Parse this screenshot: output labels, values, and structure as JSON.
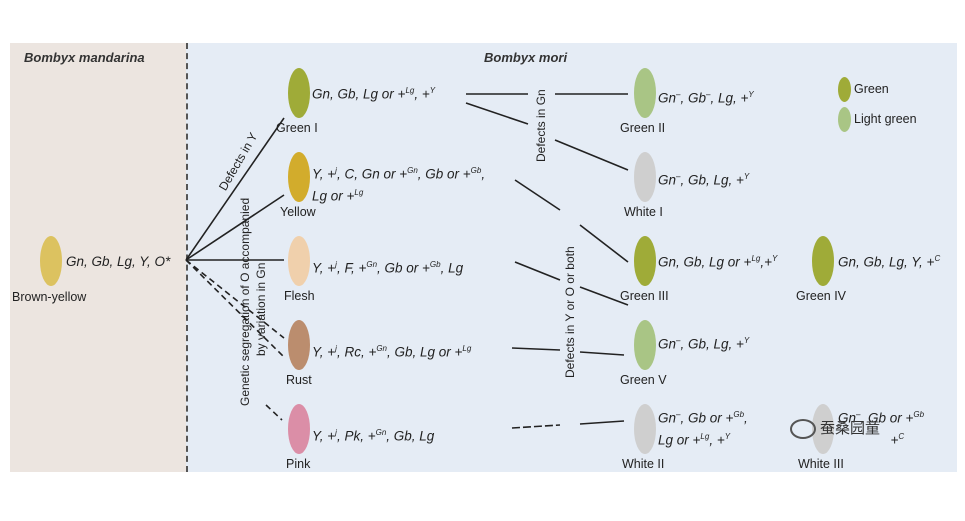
{
  "headers": {
    "left": "Bombyx mandarina",
    "right": "Bombyx mori"
  },
  "colors": {
    "left_bg": "#ece5e0",
    "right_bg": "#e5ecf5",
    "brown_yellow": "#dcc260",
    "green": "#9fab38",
    "light_green": "#a9c585",
    "yellow": "#d2ac2c",
    "flesh": "#f0d0ac",
    "rust": "#bb8d6e",
    "pink": "#db8ea7",
    "white": "#cfcfcf"
  },
  "nodes": {
    "brown_yellow": {
      "label": "Brown-yellow",
      "genotype": "Gn, Gb, Lg, Y, O*"
    },
    "green1": {
      "label": "Green I"
    },
    "yellow": {
      "label": "Yellow"
    },
    "flesh": {
      "label": "Flesh",
      "genotype": "Y, +ʲ, F, +ᴳⁿ, Gb or +ᴳᵇ, Lg"
    },
    "rust": {
      "label": "Rust",
      "genotype": "Y, +ʲ, Rc, +ᴳⁿ, Gb, Lg or +ᴸᵍ"
    },
    "pink": {
      "label": "Pink",
      "genotype": "Y, +ʲ, Pk, +ᴳⁿ, Gb, Lg"
    },
    "green2": {
      "label": "Green II"
    },
    "white1": {
      "label": "White I"
    },
    "green3": {
      "label": "Green III"
    },
    "green4": {
      "label": "Green IV"
    },
    "green5": {
      "label": "Green V"
    },
    "white2": {
      "label": "White II"
    },
    "white3": {
      "label": "White III"
    }
  },
  "rotated_labels": {
    "defects_y": "Defects in Y",
    "genetic_seg": "Genetic segregation of O accompanied",
    "genetic_seg2": "by variation in Gn",
    "defects_gn": "Defects in Gn",
    "defects_yo": "Defects in Y or O or both"
  },
  "legend": {
    "green": "Green",
    "light_green": "Light green"
  },
  "watermark": "蚕桑园童"
}
